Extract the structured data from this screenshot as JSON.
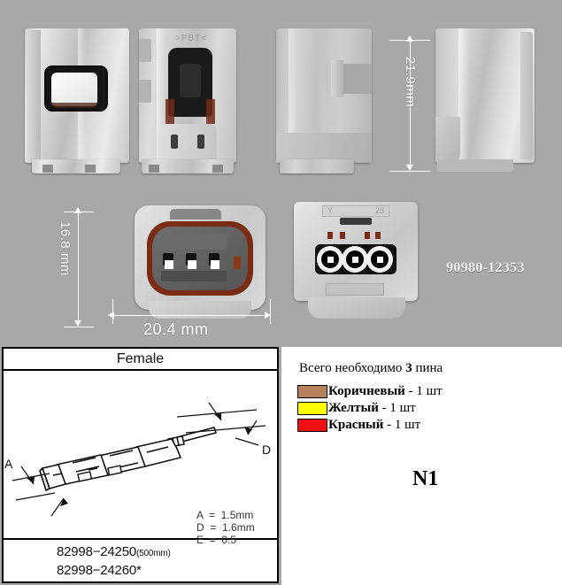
{
  "background_color": "#a8a8a8",
  "photos": {
    "marking_pbt": ">PBT<",
    "connector_face_marks": [
      "Y",
      "23"
    ]
  },
  "dimensions": {
    "height_label": "21.9mm",
    "width_label": "20.4 mm",
    "depth_label": "16.8 mm"
  },
  "part_number": "90980-12353",
  "female_table": {
    "header": "Female",
    "terminal_labels": {
      "a": "A",
      "d": "D"
    },
    "spec_lines": "A  =  1.5mm\nD  =  1.6mm\nE  =  0.5",
    "part_line_1": "82998−24250",
    "part_line_1_suffix": "(500mm)",
    "part_line_2": "82998−24260*"
  },
  "right_panel": {
    "need_prefix": "Всего необходимо ",
    "need_count": "3",
    "need_suffix": " пина",
    "legend": [
      {
        "color": "#b5805a",
        "label": "Коричневый",
        "qty": " - 1 шт"
      },
      {
        "color": "#ffff00",
        "label": "Желтый",
        "qty": " - 1 шт"
      },
      {
        "color": "#ef1111",
        "label": "Красный",
        "qty": " - 1 шт"
      }
    ],
    "code": "N1"
  }
}
